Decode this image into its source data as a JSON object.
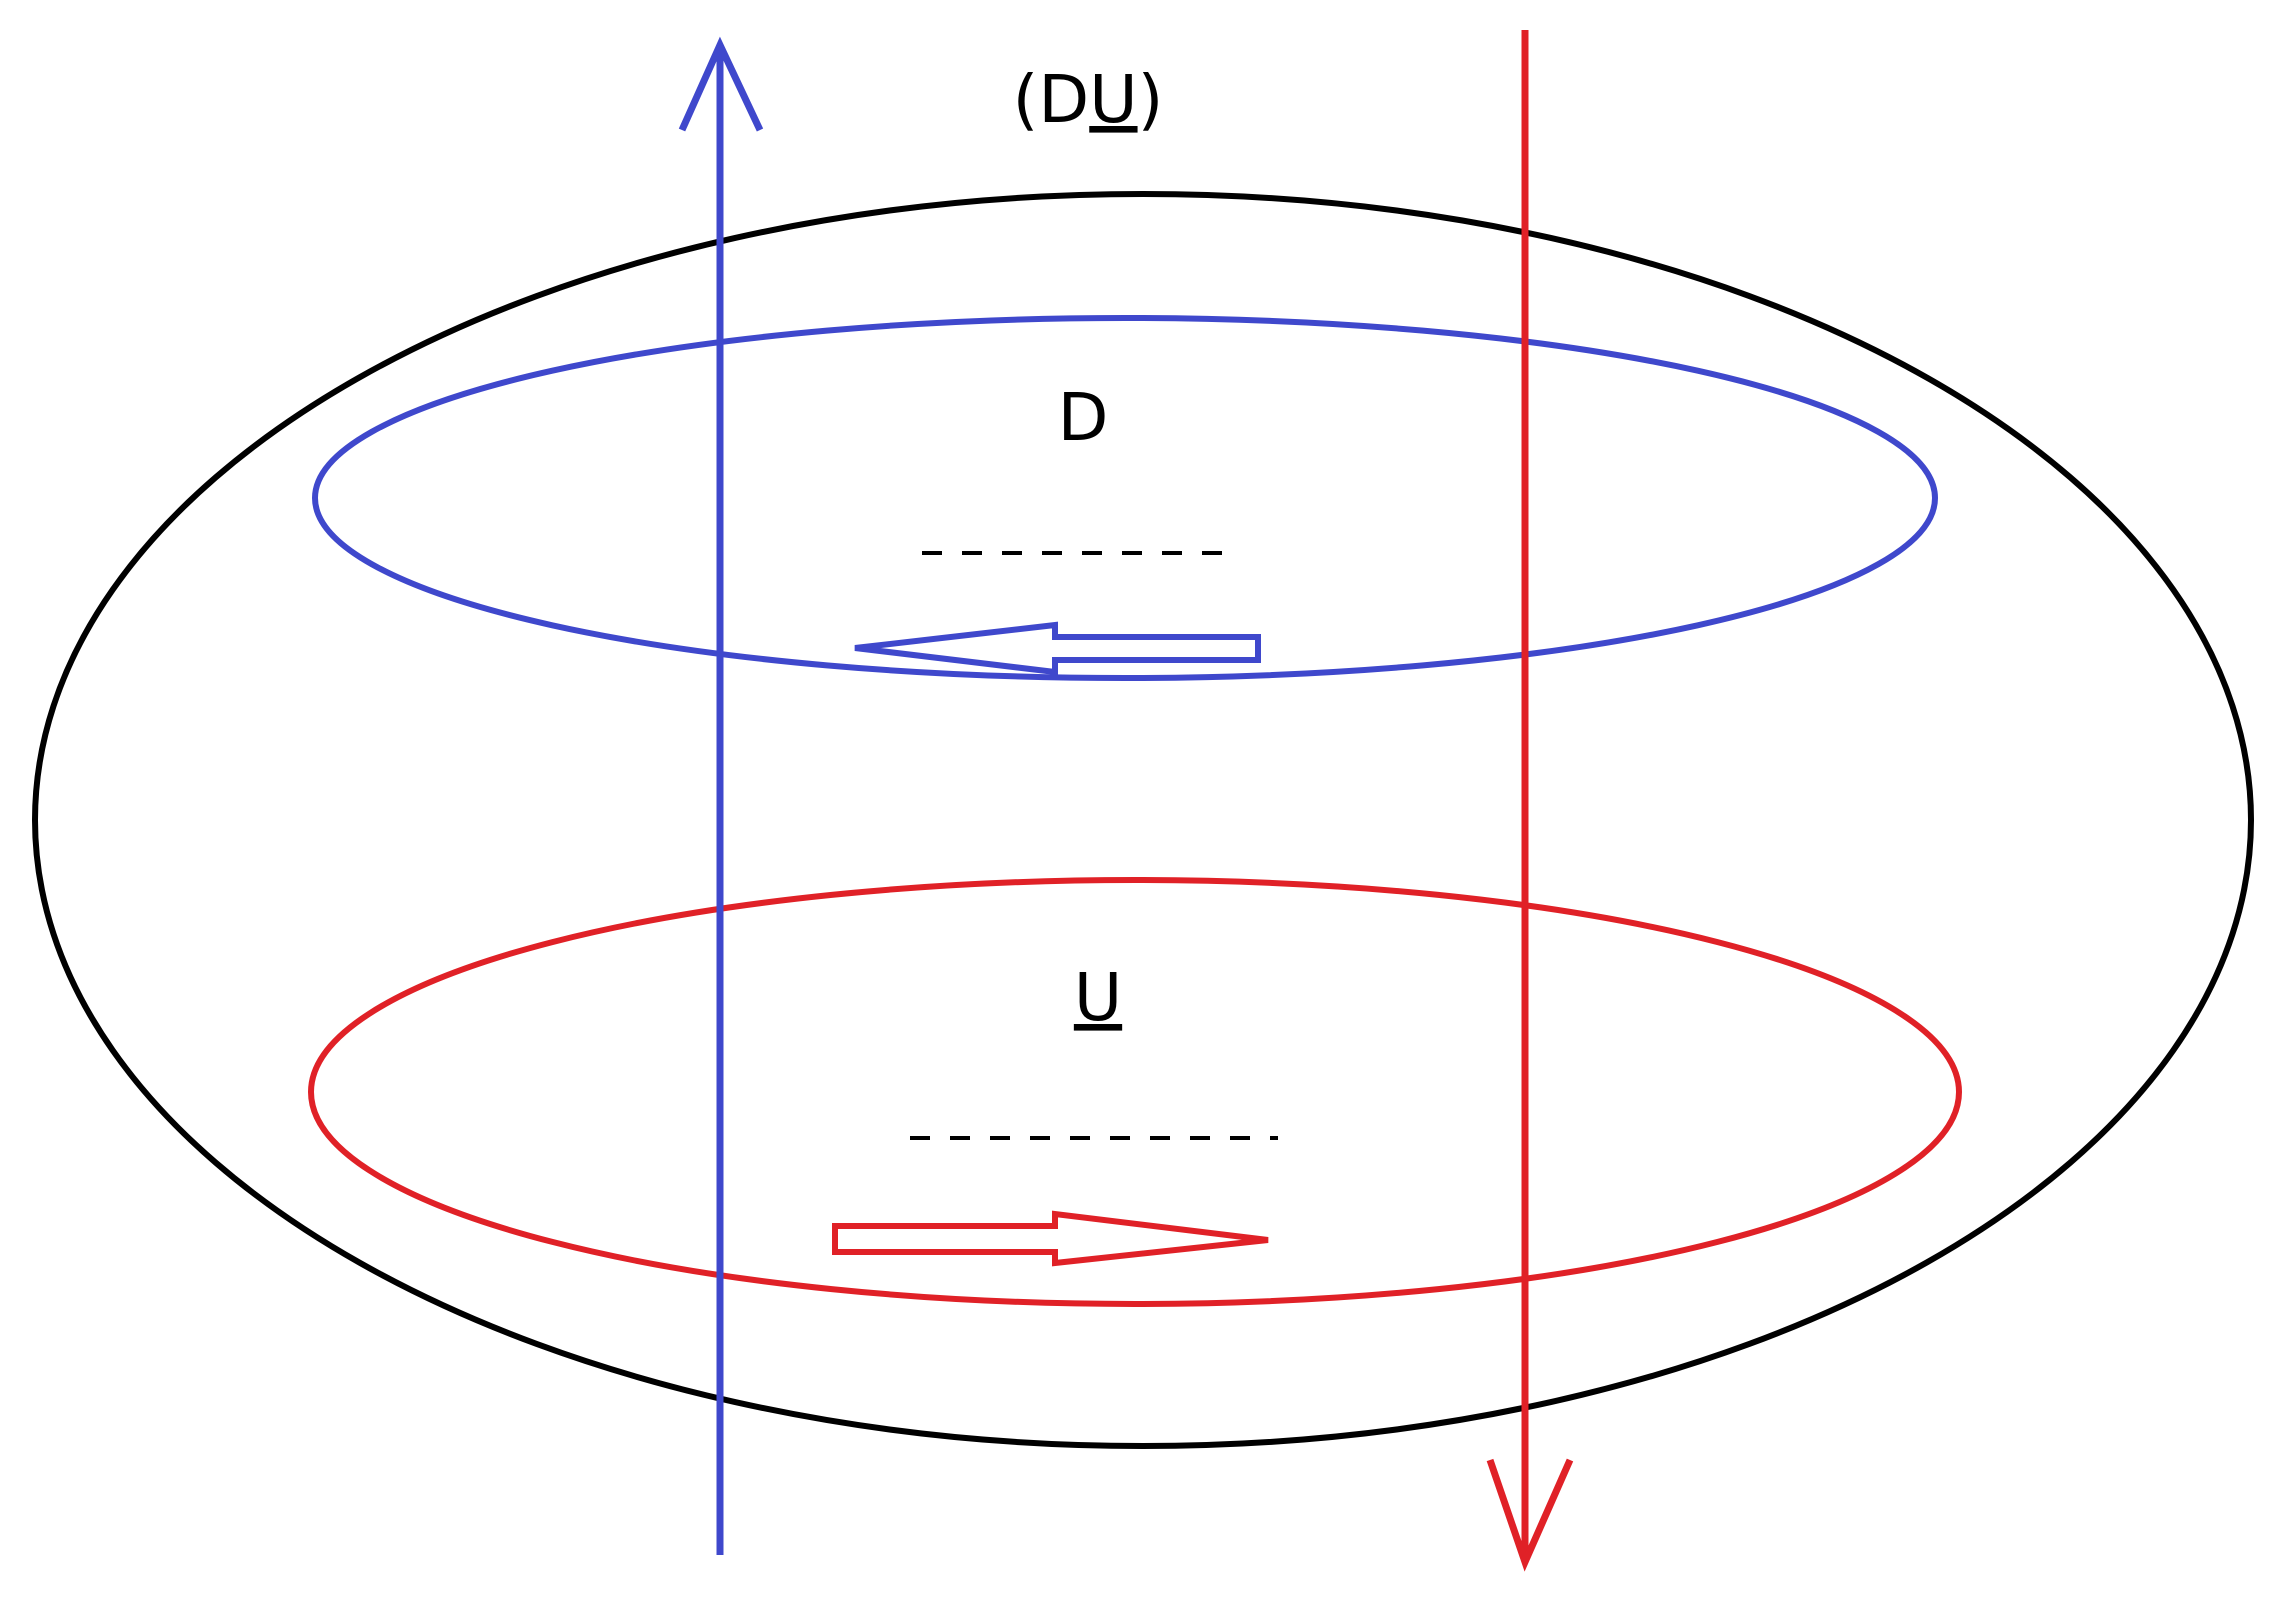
{
  "labels": {
    "outer_prefix": "(D",
    "outer_underlined": "U",
    "outer_suffix": ")",
    "upper_loop": "D",
    "lower_loop": "U"
  },
  "colors": {
    "outer": "#000000",
    "upper": "#3f48cc",
    "lower": "#e02127"
  }
}
